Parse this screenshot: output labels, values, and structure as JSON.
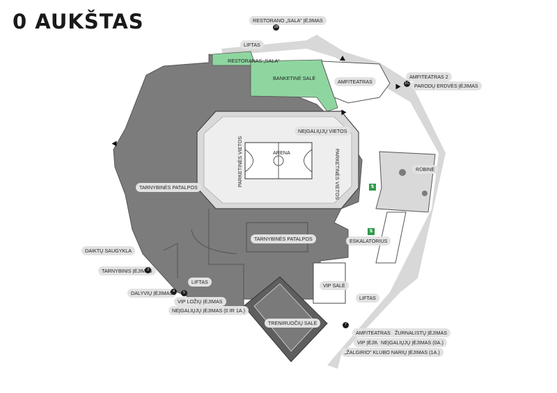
{
  "title": "0 AUKŠTAS",
  "labels": {
    "restorano_iejimas": "RESTORANO „SALA\" ĮĖJIMAS",
    "liftas_top": "LIFTAS",
    "restoranas": "RESTORANAS „SALA\"",
    "banketine": "BANKETINĖ SALĖ",
    "amfiteatras": "AMFITEATRAS",
    "amfiteatras2": "AMFITEATRAS 2",
    "parodu": "PARODŲ ERDVĖS ĮĖJIMAS",
    "negaliuju_vietos": "NEĮGALIŲJŲ VIETOS",
    "arena": "ARENA",
    "parketines_left": "PARKETINĖS VIETOS",
    "parketines_right": "PARKETINĖS VIETOS",
    "rubine": "RŪBINĖ",
    "tarnybines_left": "TARNYBINĖS PATALPOS",
    "tarnybines_center": "TARNYBINĖS PATALPOS",
    "eskalatorius": "ESKALATORIUS",
    "daiktu": "DAIKTŲ SAUGYKLA",
    "tarnybinis": "TARNYBINIS ĮĖJIMAS",
    "liftas_mid": "LIFTAS",
    "dalyviu": "DALYVIŲ ĮĖJIMAS",
    "vip_loziu": "VIP LOŽIŲ ĮĖJIMAS",
    "negaliuju_iejimas": "NEĮGALIŲJŲ ĮĖJIMAS (0 IR 1A.)",
    "vip_sale": "VIP SALĖ",
    "liftas_right": "LIFTAS",
    "treniruociu": "TRENIRUOČIŲ SALĖ",
    "amfiteatras1": "AMFITEATRAS 1",
    "zurnalistu": "ŽURNALISTŲ ĮĖJIMAS",
    "vip_iejimas": "VIP ĮĖJIMAS",
    "negaliuju_0a": "NEĮGALIŲJŲ ĮĖJIMAS (0A.)",
    "zalgirio": "„ŽALGIRIO\" KLUBO NARIŲ ĮĖJIMAS (1A.)"
  },
  "badges": {
    "b_rest": "1B",
    "b_amf2": "1C",
    "b_tarn": "3",
    "b_dal": "4",
    "b_vip": "5",
    "b_bottom": "7"
  },
  "colors": {
    "building": "#7c7c7c",
    "dark": "#5e5e5e",
    "green": "#8ed6a0",
    "court": "#e8e8e8",
    "outline": "#cfcfcf"
  }
}
